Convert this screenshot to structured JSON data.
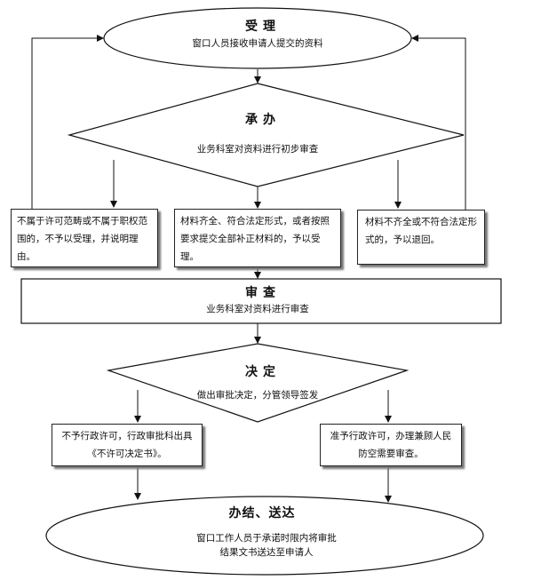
{
  "accept": {
    "title": "受理",
    "desc": "窗口人员接收申请人提交的资料"
  },
  "undertake": {
    "title": "承办",
    "desc": "业务科室对资料进行初步审查"
  },
  "left_box": "不属于许可范畴或不属于职权范围的，不予以受理，并说明理由。",
  "middle_box": "材料齐全、符合法定形式，或者按照要求提交全部补正材料的，予以受理。",
  "right_box": "材料不齐全或不符合法定形式的，予以退回。",
  "review": {
    "title": "审查",
    "desc": "业务科室对资料进行审查"
  },
  "decision": {
    "title": "决定",
    "desc": "做出审批决定，分管领导签发"
  },
  "deny_box": "不予行政许可，行政审批科出具《不许可决定书》。",
  "grant_box": "准予行政许可，办理兼顾人民防空需要审查。",
  "finish": {
    "title": "办结、送达",
    "desc_line1": "窗口工作人员于承诺时限内将审批",
    "desc_line2": "结果文书送达至申请人"
  }
}
